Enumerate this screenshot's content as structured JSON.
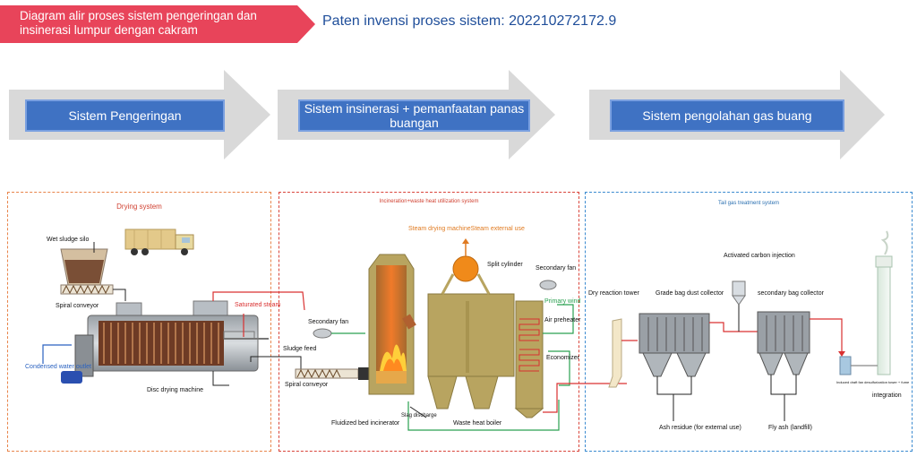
{
  "header": {
    "banner_text": "Diagram alir proses sistem pengeringan dan insinerasi lumpur dengan cakram",
    "patent_text": "Paten invensi proses sistem: 202210272172.9",
    "banner_color": "#e8445a",
    "patent_color": "#1f4e9a"
  },
  "stages": [
    {
      "label": "Sistem Pengeringan"
    },
    {
      "label": "Sistem insinerasi + pemanfaatan panas buangan"
    },
    {
      "label": "Sistem pengolahan gas buang"
    }
  ],
  "panels": {
    "drying": {
      "title": "Drying system",
      "labels": {
        "wet_sludge_silo": "Wet sludge silo",
        "spiral_conveyor": "Spiral conveyor",
        "saturated_steam": "Saturated steam",
        "condensed_water_outlet": "Condensed water outlet",
        "disc_drying_machine": "Disc drying machine",
        "sludge_feed": "Sludge feed",
        "spiral_conveyor_2": "Spiral conveyor"
      }
    },
    "incineration": {
      "title": "Incineration+waste heat utilization system",
      "labels": {
        "steam_use": "Steam drying machineSteam external use",
        "split_cylinder": "Split cylinder",
        "secondary_fan_right": "Secondary fan",
        "primary_wind": "Primary wind",
        "air_preheater": "Air preheater",
        "secondary_fan_left": "Secondary fan",
        "economizer": "Economizer",
        "slag_discharge": "Slag discharge",
        "fluidized_bed": "Fluidized bed incinerator",
        "waste_heat_boiler": "Waste heat boiler"
      }
    },
    "tail": {
      "title": "Tail gas treatment system",
      "labels": {
        "activated_carbon": "Activated carbon injection",
        "dry_reaction_tower": "Dry reaction tower",
        "grade_bag": "Grade bag dust collector",
        "secondary_bag": "secondary bag collector",
        "ash_residue": "Ash residue  (for external use)",
        "fly_ash": "Fly ash (landfill)",
        "induced_draft": "Induced draft fan desulfurization tower + fume",
        "integration": "integration"
      }
    }
  },
  "colors": {
    "stage_box": "#3f72c3",
    "stage_arrow": "#d9d9d9",
    "drying_border": "#e8844a",
    "incineration_border": "#d9443a",
    "tail_border": "#3a8ad0"
  }
}
